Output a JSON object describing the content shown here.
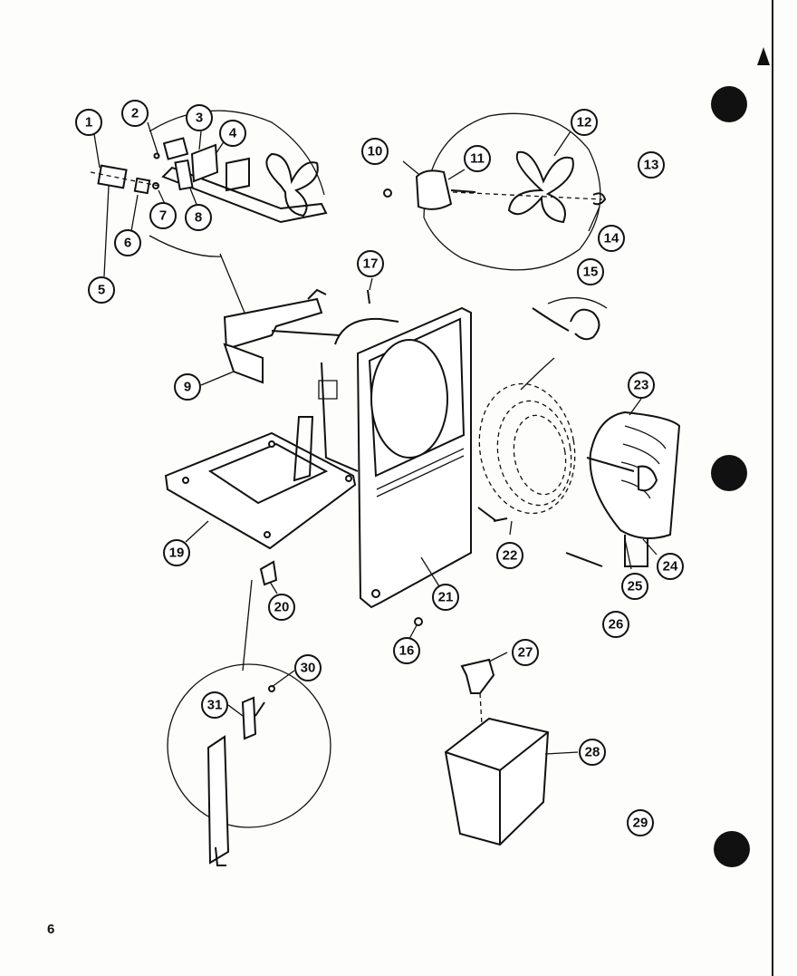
{
  "callouts": [
    "1",
    "2",
    "3",
    "4",
    "5",
    "6",
    "7",
    "8",
    "9",
    "10",
    "11",
    "12",
    "13",
    "14",
    "15",
    "16",
    "17",
    "19",
    "20",
    "21",
    "22",
    "23",
    "24",
    "25",
    "26",
    "27",
    "28",
    "29",
    "30",
    "31"
  ],
  "page_number": "6"
}
